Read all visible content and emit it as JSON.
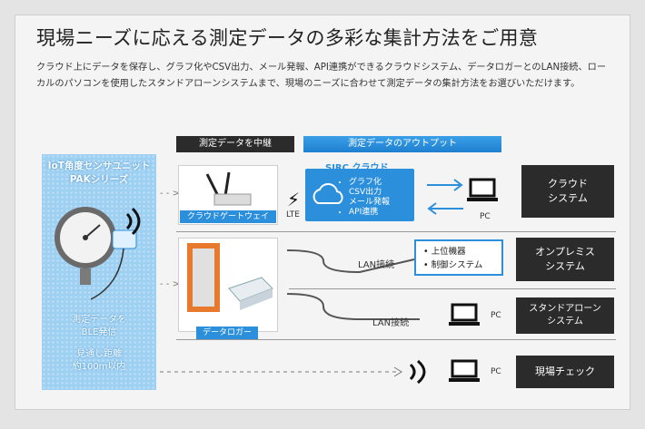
{
  "title": "現場ニーズに応える測定データの多彩な集計方法をご用意",
  "description": "クラウド上にデータを保存し、グラフ化やCSV出力、メール発報、API連携ができるクラウドシステム、データロガーとのLAN接続、ローカルのパソコンを使用したスタンドアローンシステムまで、現場のニーズに合わせて測定データの集計方法をお選びいただけます。",
  "headers": {
    "relay": "測定データを中継",
    "output": "測定データのアウトプット"
  },
  "sensor": {
    "title_line1": "IoT角度センサユニット",
    "title_line2": "PAKシリーズ",
    "ble_line1": "測定データを",
    "ble_line2": "BLE発信",
    "range_line1": "見通し距離",
    "range_line2": "約100m以内"
  },
  "devices": {
    "gateway_label": "クラウドゲートウェイ",
    "logger_label": "データロガー",
    "lte": "LTE"
  },
  "sirc": {
    "title": "SIRC クラウド",
    "items": [
      "グラフ化",
      "CSV出力",
      "メール発報",
      "API連携"
    ]
  },
  "connections": {
    "lan1": "LAN接続",
    "lan2": "LAN接続",
    "pc1": "PC",
    "pc2": "PC",
    "pc3": "PC"
  },
  "onprem_items": [
    "上位機器",
    "制御システム"
  ],
  "nodes": {
    "cloud_line1": "クラウド",
    "cloud_line2": "システム",
    "onprem_line1": "オンプレミス",
    "onprem_line2": "システム",
    "standalone_line1": "スタンドアローン",
    "standalone_line2": "システム",
    "field": "現場チェック"
  },
  "colors": {
    "accent_blue": "#2c8fdb",
    "dark": "#2b2b2b",
    "sensor_bg": "#9ed0f2"
  }
}
